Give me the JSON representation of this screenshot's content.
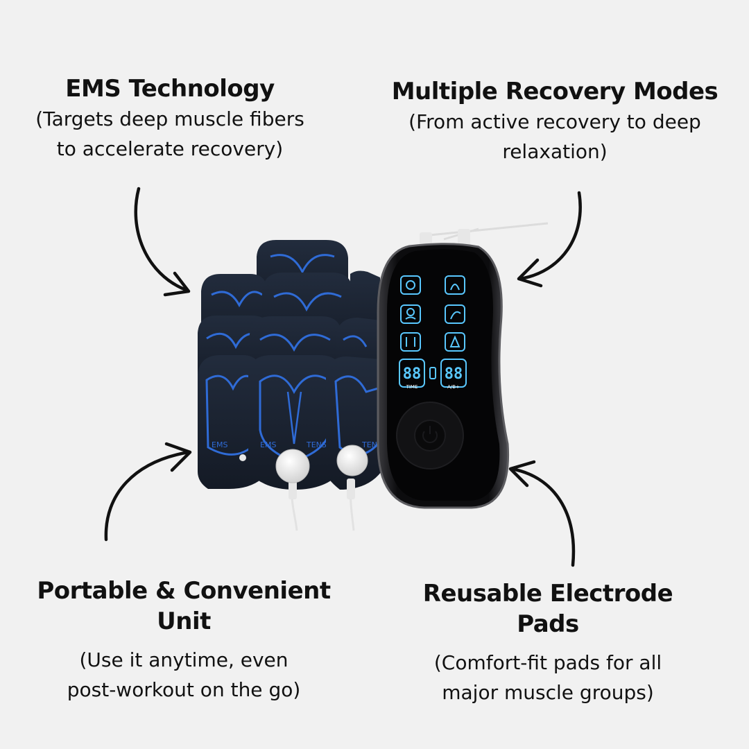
{
  "features": {
    "top_left": {
      "title": "EMS Technology",
      "desc_line1": "(Targets deep muscle fibers",
      "desc_line2": "to accelerate recovery)"
    },
    "top_right": {
      "title": "Multiple Recovery Modes",
      "desc_line1": "(From active recovery to deep",
      "desc_line2": "relaxation)"
    },
    "bottom_left": {
      "title_line1": "Portable & Convenient",
      "title_line2": "Unit",
      "desc_line1": "(Use it anytime, even",
      "desc_line2": "post-workout on the go)"
    },
    "bottom_right": {
      "title_line1": "Reusable Electrode",
      "title_line2": "Pads",
      "desc_line1": "(Comfort-fit pads for all",
      "desc_line2": "major muscle groups)"
    }
  },
  "product": {
    "pad_labels": [
      "EMS",
      "EMS",
      "TENS",
      "TENS"
    ],
    "display": {
      "left_digits": "88",
      "right_digits": "88",
      "left_caption": "TIME",
      "right_caption": "A/B+"
    },
    "mode_icons": [
      "mode-icon-1",
      "mode-icon-2",
      "mode-icon-3",
      "mode-icon-4",
      "mode-icon-5",
      "mode-icon-6"
    ]
  },
  "colors": {
    "background": "#f1f1f1",
    "pad": "#1c2433",
    "pad_accent": "#2f6bd6",
    "device": "#0b0b0d",
    "screen_glow": "#59c8ff"
  }
}
